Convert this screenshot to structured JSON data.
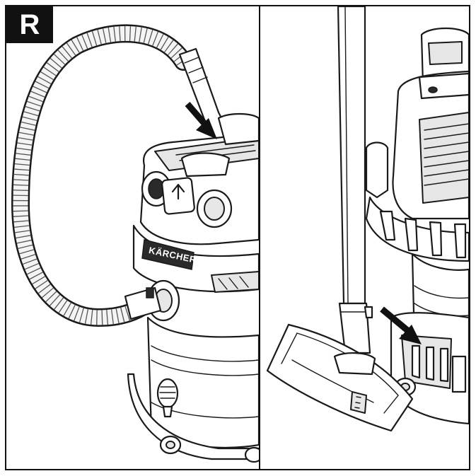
{
  "figure": {
    "label": "R",
    "brand_label": "KÄRCHER"
  },
  "icons": {
    "left_arrow": "arrow-pointing-to-hose-socket",
    "right_arrow": "arrow-pointing-to-floor-nozzle-holder",
    "power_switch": "power-switch-icon"
  },
  "colors": {
    "ink": "#111111",
    "paper": "#ffffff",
    "fill_gray": "#e6e6e6"
  }
}
